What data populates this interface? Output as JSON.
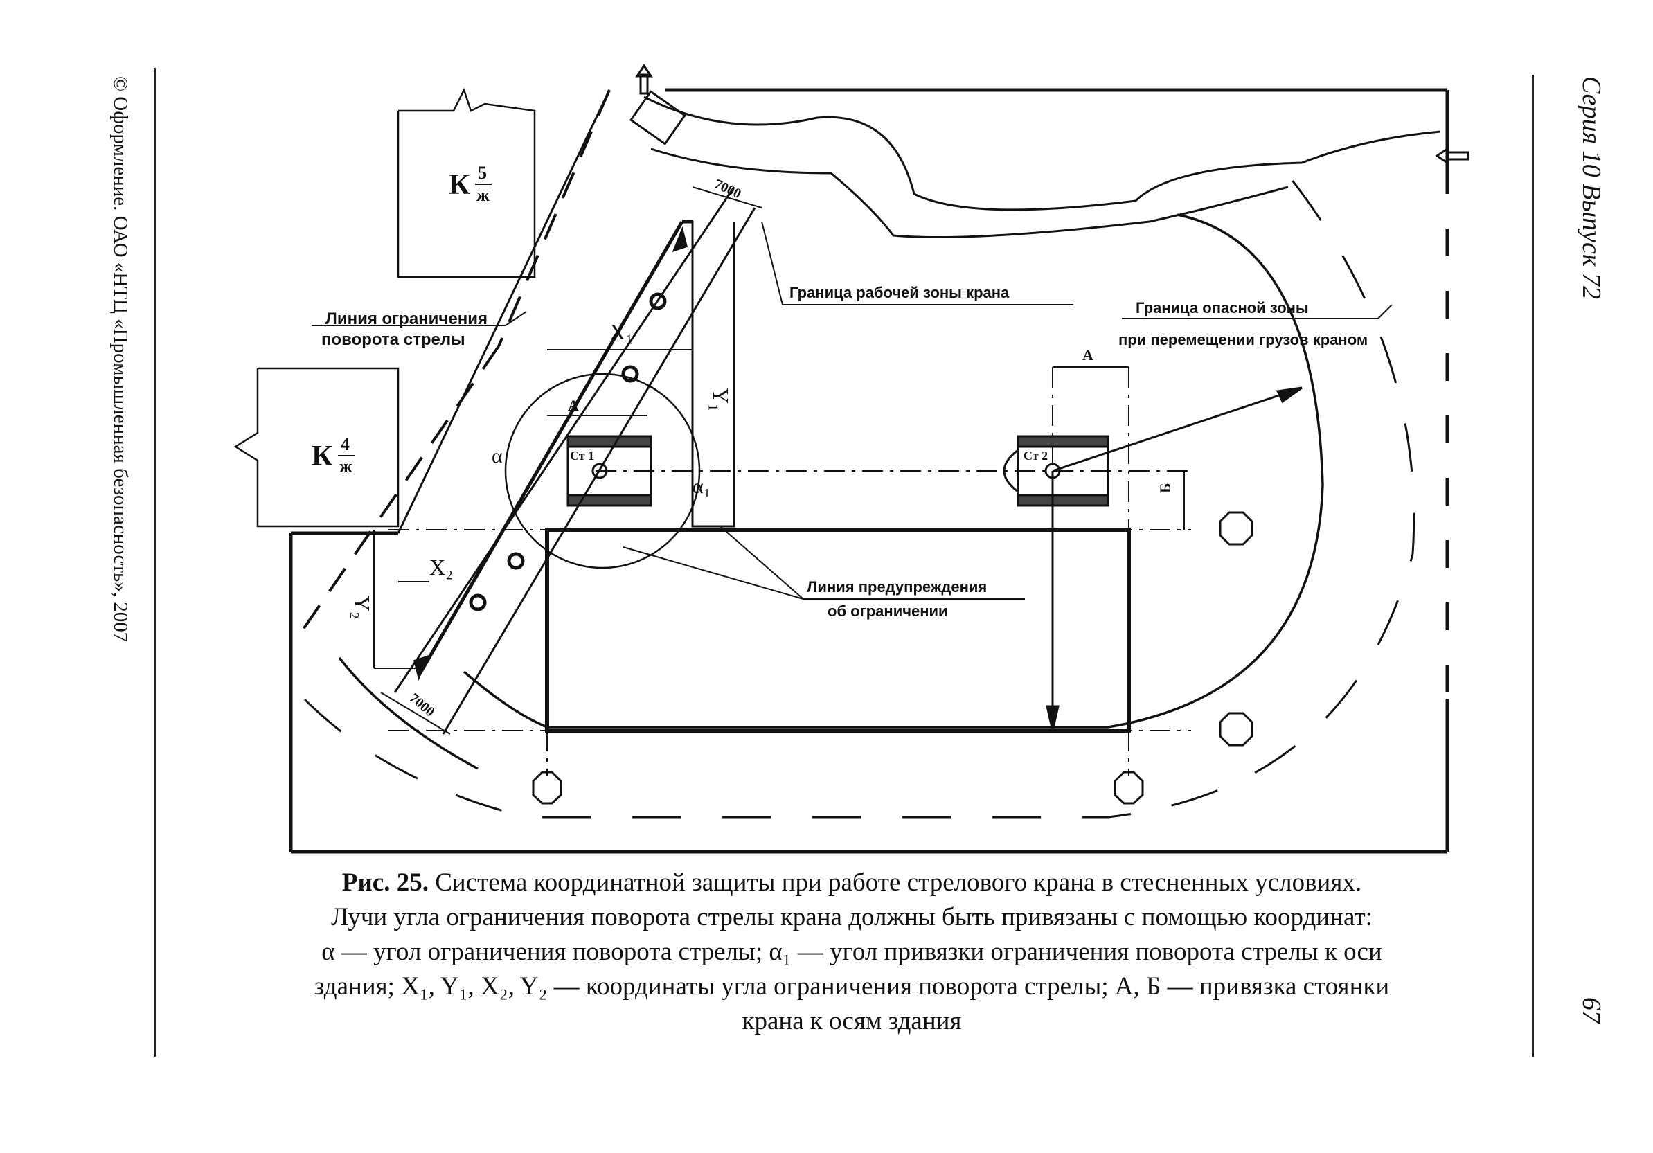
{
  "left_margin_note": "© Оформление. ОАО «НТЦ «Промышленная безопасность», 2007",
  "series": "Серия 10 Выпуск 72",
  "page_number": "67",
  "drawing": {
    "building_top": {
      "k": "К",
      "num": "5",
      "den": "ж"
    },
    "building_left": {
      "k": "К",
      "num": "4",
      "den": "ж"
    },
    "label_limit_line_1": "Линия ограничения",
    "label_limit_line_2": "поворота стрелы",
    "label_work_zone": "Граница рабочей зоны крана",
    "label_danger_zone_1": "Граница опасной зоны",
    "label_danger_zone_2": "при перемещении грузов краном",
    "label_warning_1": "Линия предупреждения",
    "label_warning_2": "об ограничении",
    "dim_7000_top": "7000",
    "dim_7000_bottom": "7000",
    "x1": "X₁",
    "y1": "Y₁",
    "x2": "X₂",
    "y2": "Y₂",
    "alpha": "α",
    "alpha1": "α₁",
    "A_left": "А",
    "A_right": "А",
    "B": "Б",
    "crane1": "Ст 1",
    "crane2": "Ст 2"
  },
  "caption": {
    "fig": "Рис. 25.",
    "line1": " Система координатной защиты при работе стрелового крана в стесненных условиях.",
    "line2": "Лучи угла ограничения поворота стрелы крана должны быть привязаны с помощью координат:",
    "line3": "α — угол ограничения поворота стрелы; α₁ — угол привязки ограничения поворота стрелы к оси",
    "line4": "здания; X₁, Y₁, X₂, Y₂ — координаты угла ограничения поворота стрелы; А, Б — привязка стоянки",
    "line5": "крана к осям здания"
  }
}
